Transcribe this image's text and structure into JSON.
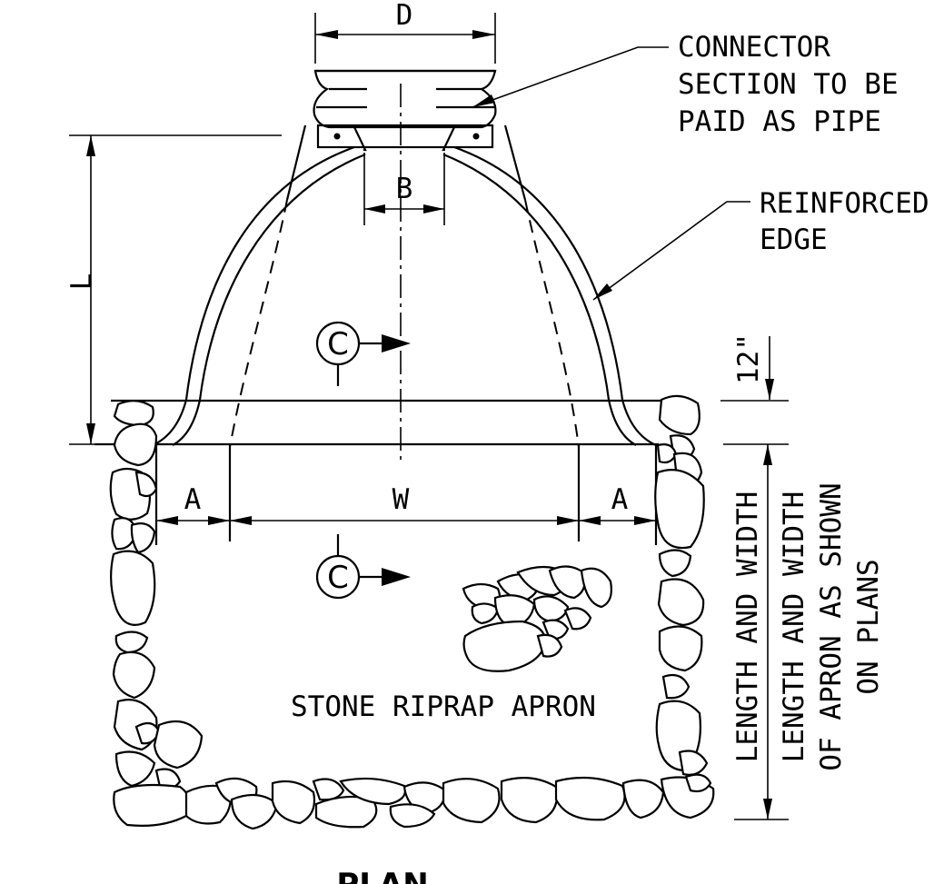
{
  "labels": {
    "dim_d": "D",
    "dim_b": "B",
    "dim_l": "L",
    "dim_w": "W",
    "dim_a_left": "A",
    "dim_a_right": "A",
    "dim_12": "12\"",
    "section_marker_upper": "C",
    "section_marker_lower": "C",
    "connector_note": [
      "CONNECTOR",
      "SECTION TO BE",
      "PAID AS PIPE"
    ],
    "reinforced_note": [
      "REINFORCED",
      "EDGE"
    ],
    "apron_length_width": "LENGTH AND WIDTH",
    "apron_note": [
      "LENGTH AND WIDTH",
      "OF APRON AS SHOWN",
      "ON PLANS"
    ],
    "apron_label": "STONE RIPRAP APRON",
    "view_title": "PLAN"
  }
}
